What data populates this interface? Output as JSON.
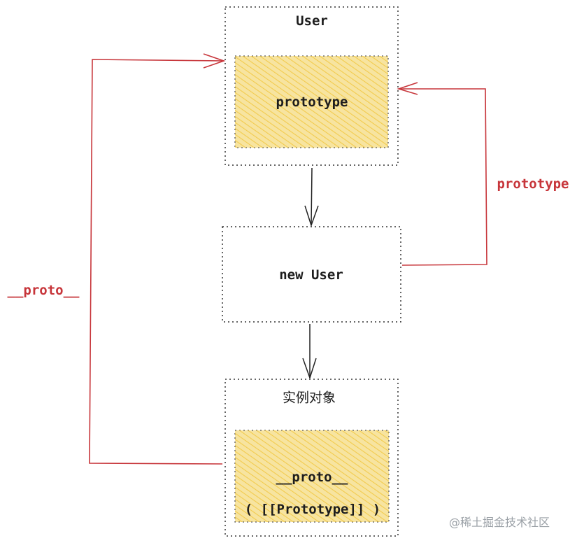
{
  "nodes": {
    "user": {
      "title": "User",
      "inner": "prototype"
    },
    "new_user": {
      "label": "new User"
    },
    "instance": {
      "title": "实例对象",
      "inner_line1": "__proto__",
      "inner_line2": "( [[Prototype]] )"
    }
  },
  "edge_labels": {
    "prototype": "prototype",
    "proto": "__proto__"
  },
  "colors": {
    "highlight_fill": "#f7e4a0",
    "hatch": "#f1c740",
    "arrow_red": "#c7353a",
    "arrow_dark": "#222222"
  },
  "watermark": "@稀土掘金技术社区"
}
